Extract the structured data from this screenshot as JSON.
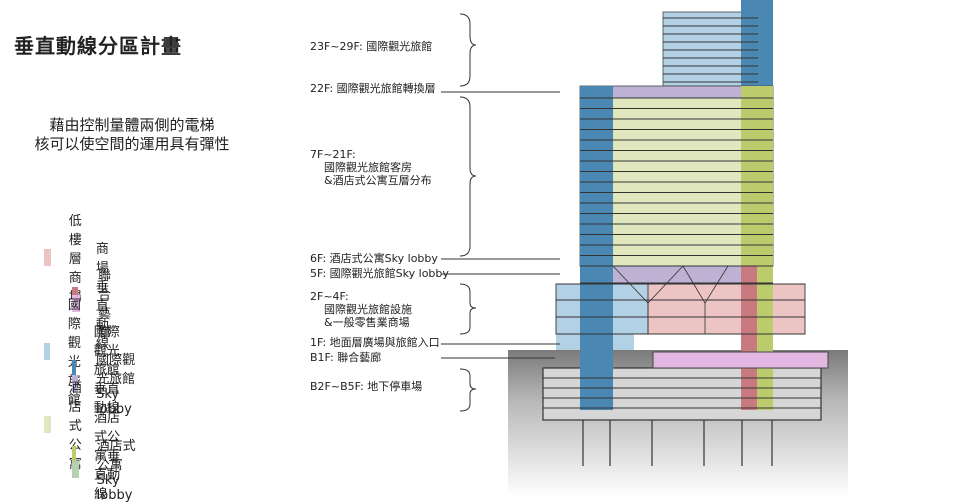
{
  "title": "垂直動線分區計畫",
  "description": [
    "藉由控制量體兩側的電梯",
    "核可以使空間的運用具有彈性"
  ],
  "legend": [
    {
      "label": "低樓層商場",
      "color": "#edc4c4",
      "indent": false
    },
    {
      "label": "商場垂直動線",
      "color": "#c97a80",
      "indent": true
    },
    {
      "label": "聯合藝廊",
      "color": "#e2b8e2",
      "indent": true
    },
    {
      "label": "國際觀光旅館",
      "color": "#b3d1e4",
      "indent": false
    },
    {
      "label": "國際觀光旅館垂直動線",
      "color": "#4a87b3",
      "indent": true
    },
    {
      "label": "國際觀光旅館Sky lobby",
      "color": "#bdb1d4",
      "indent": true
    },
    {
      "label": "酒店式公寓",
      "color": "#e0e7bf",
      "indent": false
    },
    {
      "label": "酒店式公寓垂直動線",
      "color": "#bccb6c",
      "indent": true
    },
    {
      "label": "酒店式公寓Sky lobby",
      "color": "#b4d2b0",
      "indent": true
    }
  ],
  "floor_labels": [
    {
      "text": "23F~29F: 國際觀光旅館"
    },
    {
      "text": "22F: 國際觀光旅館轉換層"
    },
    {
      "text": "7F~21F:\n    國際觀光旅館客房\n    &酒店式公寓互層分布"
    },
    {
      "text": "6F: 酒店式公寓Sky lobby"
    },
    {
      "text": "5F: 國際觀光旅館Sky lobby"
    },
    {
      "text": "2F~4F:\n    國際觀光旅館設施\n    &一般零售業商場"
    },
    {
      "text": "1F: 地面層廣場與旅館入口"
    },
    {
      "text": "B1F: 聯合藝廊"
    },
    {
      "text": "B2F~B5F: 地下停車場"
    }
  ]
}
